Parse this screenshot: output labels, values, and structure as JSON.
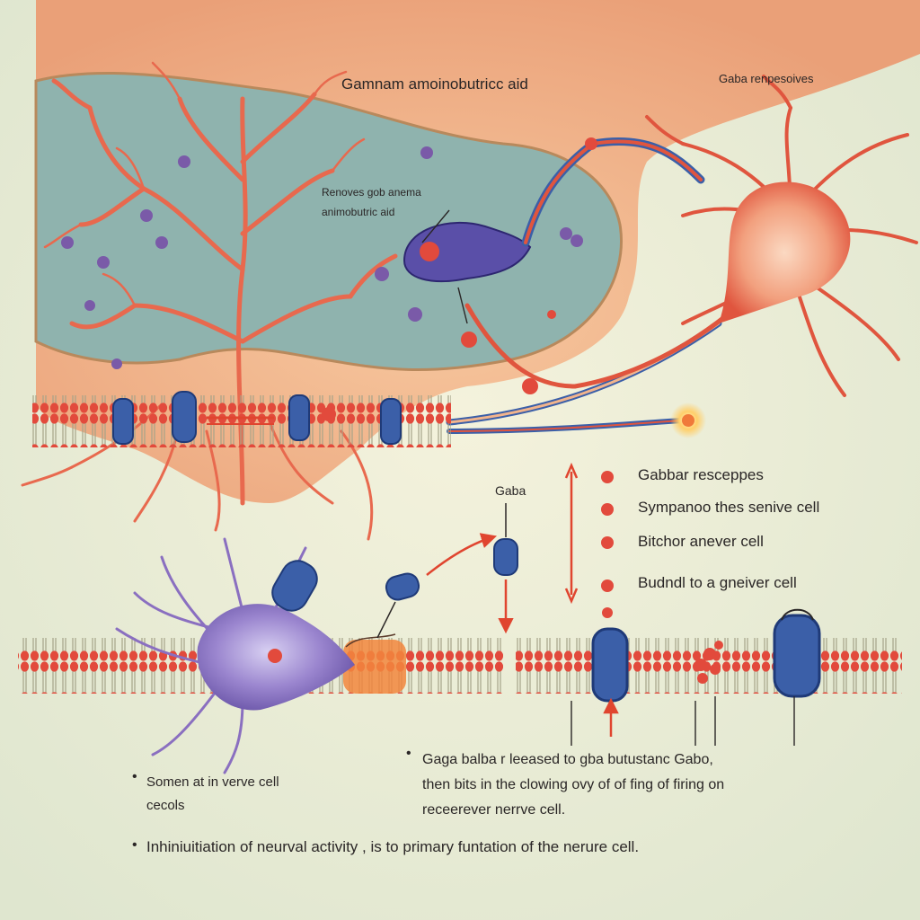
{
  "labels": {
    "title": "Gamnam amoinobutricc aid",
    "corner_label": "Gaba renpesoives",
    "inner_line1": "Renoves gob anema",
    "inner_line2": "animobutric aid",
    "gaba_label": "Gaba"
  },
  "legend": [
    "Gabbar resceppes",
    "Sympanoo thes senive cell",
    "Bitchor anever cell",
    "Budndl to a gneiver cell"
  ],
  "bullets": {
    "left_line1": "Somen at in verve cell",
    "left_line2": "cecols",
    "middle_line1": "Gaga balba  r leeased  to gba butustanc Gabo,",
    "middle_line2": "then bits in the clowing ovy of of fing of firing on",
    "middle_line3": "receerever nerrve cell.",
    "bottom": "Inhiniuitiation of neurval activity , is to primary funtation of the nerure cell."
  },
  "colors": {
    "background": "#e9ecd6",
    "cell_body": "#f2b48c",
    "vesicle_fluid": "#8fb3ae",
    "neuron_red": "#e0553e",
    "receptor_blue": "#3b5fa8",
    "presynaptic_purple": "#8a6fc0",
    "arrow_red": "#e0452f"
  }
}
